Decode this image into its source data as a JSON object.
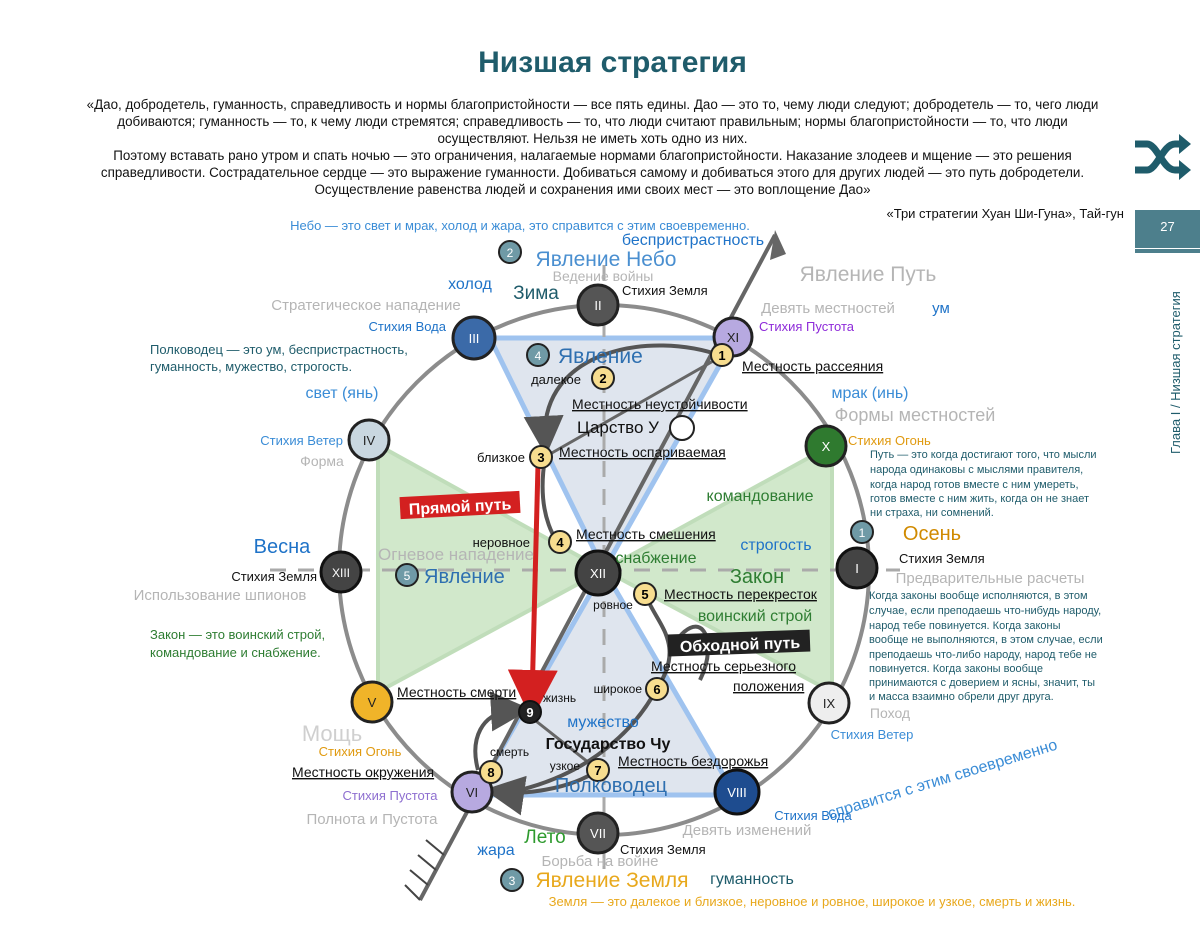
{
  "page": {
    "title": "Низшая стратегия",
    "quote_lines": [
      "«Дао, добродетель, гуманность, справедливость и нормы благопристойности — все пять едины. Дао — это то, чему люди следуют; добродетель — то, чего люди",
      "добиваются; гуманность — то, к чему люди стремятся; справедливость — то, что люди считают правильным; нормы благопристойности — то, что люди",
      "осуществляют. Нельзя не иметь хоть одно из них.",
      "Поэтому вставать рано утром и спать ночью — это ограничения, налагаемые нормами благопристойности. Наказание злодеев и мщение — это решения",
      "справедливости. Сострадательное сердце — это выражение гуманности. Добиваться самому и добиваться этого для других людей — это путь добродетели.",
      "Осуществление равенства людей и сохранения ими своих мест — это воплощение Дао»"
    ],
    "source": "«Три стратегии Хуан Ши-Гуна», Тай-гун",
    "page_number": "27",
    "chapter": "Глава I / Низшая стратегия",
    "icon": "shuffle-icon"
  },
  "colors": {
    "teal": "#1f5c6b",
    "blue": "#1f73c8",
    "gray": "#b5b5b5",
    "green": "#2e7d32",
    "lightblue": "#3a8cd6",
    "orange": "#e8a81c",
    "purple": "#8e2bd9",
    "red": "#d32020"
  },
  "nodes": {
    "I": "I",
    "II": "II",
    "III": "III",
    "IV": "IV",
    "V": "V",
    "VI": "VI",
    "VII": "VII",
    "VIII": "VIII",
    "IX": "IX",
    "X": "X",
    "XI": "XI",
    "XII": "XII",
    "XIII": "XIII"
  },
  "numbers": {
    "n1": "1",
    "n2": "2",
    "n3": "3",
    "n4": "4",
    "n5": "5",
    "n6": "6",
    "n7": "7",
    "n8": "8",
    "n9": "9",
    "b1": "1",
    "b2": "2",
    "b3": "3",
    "b4": "4",
    "b5": "5"
  },
  "labels": {
    "sky_note": "Небо — это свет и мрак, холод и жара, это справится с этим своевременно.",
    "impartiality": "беспристрастность",
    "phen_sky": "Явление Небо",
    "war_conduct": "Ведение войны",
    "phen_path": "Явление Путь",
    "cold": "холод",
    "winter": "Зима",
    "earth_ii": "Стихия Земля",
    "strategic_attack": "Стратегическое нападение",
    "nine_terrains": "Девять местностей",
    "mind": "ум",
    "water_iii": "Стихия Вода",
    "void_xi": "Стихия Пустота",
    "general_note_1": "Полководец — это ум, беспристрастность,",
    "general_note_2": "гуманность, мужество, строгость.",
    "phenomenon": "Явление",
    "far": "далекое",
    "scatter_terrain": "Местность рассеяния",
    "light": "свет (янь)",
    "dark": "мрак (инь)",
    "terrain_forms": "Формы местностей",
    "unstable_terrain": "Местность неустойчивости",
    "kingdom_u": "Царство У",
    "wind_iv": "Стихия Ветер",
    "form": "Форма",
    "fire_x": "Стихия Огонь",
    "near": "близкое",
    "contested_terrain": "Местность оспариваемая",
    "path_note_1": "Путь — это когда достигают того, что мысли",
    "path_note_2": "народа одинаковы с мыслями правителя,",
    "path_note_3": "когда народ готов вместе с ним умереть,",
    "path_note_4": "готов вместе с ним жить, когда он не знает",
    "path_note_5": "ни страха, ни сомнений.",
    "direct_path": "Прямой путь",
    "command": "командование",
    "uneven": "неровное",
    "mixed_terrain": "Местность смешения",
    "autumn": "Осень",
    "spring": "Весна",
    "fire_attack": "Огневое нападение",
    "supply": "снабжение",
    "strictness": "строгость",
    "earth_i": "Стихия Земля",
    "earth_xiii": "Стихия Земля",
    "phen_5": "Явление",
    "law": "Закон",
    "prelim_calc": "Предварительные расчеты",
    "spies": "Использование шпионов",
    "flat": "ровное",
    "crossroads": "Местность перекресток",
    "military_order": "воинский строй",
    "law_note_1": "Когда законы вообще исполняются, в этом",
    "law_note_2": "случае, если преподаешь что-нибудь народу,",
    "law_note_3": "народ тебе повинуется. Когда законы",
    "law_note_4": "вообще не выполняются, в этом случае, если",
    "law_note_5": "преподаешь что-либо народу, народ тебе не",
    "law_note_6": "повинуется. Когда законы вообще",
    "law_note_7": "принимаются с доверием и ясны, значит, ты",
    "law_note_8": "и масса взаимно обрели друг друга.",
    "law_left_1": "Закон — это воинский строй,",
    "law_left_2": "командование и снабжение.",
    "bypass_path": "Обходной путь",
    "serious_terrain_1": "Местность серьезного",
    "serious_terrain_2": "положения",
    "death_terrain": "Местность смерти",
    "life": "жизнь",
    "wide": "широкое",
    "might": "Мощь",
    "courage": "мужество",
    "fire_v": "Стихия Огонь",
    "kingdom_chu": "Государство Чу",
    "death": "смерть",
    "pursuit": "Поход",
    "wind_ix": "Стихия Ветер",
    "encircle_terrain": "Местность окружения",
    "narrow": "узкое",
    "impassable_terrain": "Местность бездорожья",
    "general": "Полководец",
    "void_vi": "Стихия Пустота",
    "timely": "справится с этим своевременно",
    "water_viii": "Стихия Вода",
    "fullness": "Полнота и Пустота",
    "nine_changes": "Девять изменений",
    "summer": "Лето",
    "heat": "жара",
    "earth_vii": "Стихия Земля",
    "battle": "Борьба на войне",
    "phen_earth": "Явление Земля",
    "humanity": "гуманность",
    "earth_note": "Земля — это далекое и близкое, неровное и ровное, широкое и узкое, смерть и жизнь."
  }
}
